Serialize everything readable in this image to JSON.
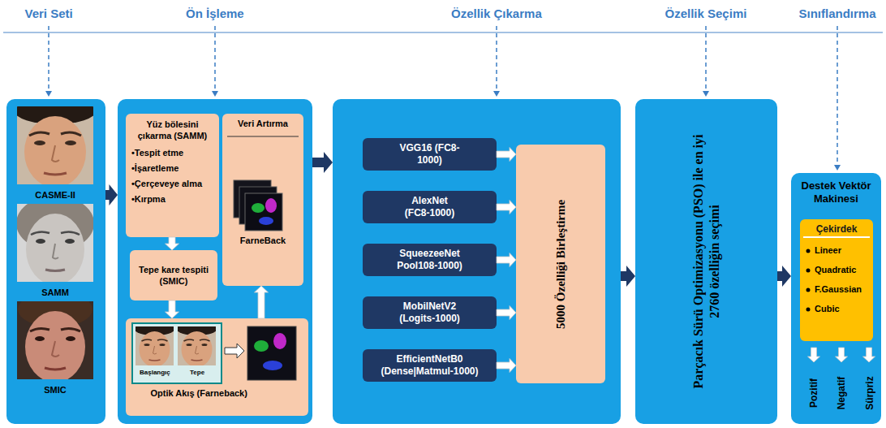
{
  "diagram": {
    "nodes": [
      {
        "text": [
          "Veri Seti"
        ]
      },
      {
        "text": [
          "CASME-II"
        ],
        "in": 0
      },
      {
        "text": [
          "SAMM"
        ],
        "in": 0
      },
      {
        "text": [
          "SMIC"
        ],
        "in": 0
      },
      {
        "text": [
          "Ön İşleme"
        ]
      },
      {
        "text": [
          "Yüz bölesini çıkarma (SAMM)",
          "•Tespit etme",
          "•İşaretleme",
          "•Çerçeveye alma",
          "•Kırpma"
        ],
        "in": 4
      },
      {
        "text": [
          "Veri Artırma",
          "FarneBack"
        ],
        "in": 4
      },
      {
        "text": [
          "Tepe kare tespiti (SMIC)"
        ],
        "in": 4
      },
      {
        "text": [
          "Başlangıç",
          "Tepe",
          "Optik Akış (Farneback)"
        ],
        "in": 4
      },
      {
        "text": [
          "Özellik Çıkarma"
        ]
      },
      {
        "text": [
          "VGG16 (FC8-1000)"
        ],
        "in": 9
      },
      {
        "text": [
          "AlexNet (FC8-1000)"
        ],
        "in": 9
      },
      {
        "text": [
          "SqueezeeNet Pool108-1000)"
        ],
        "in": 9
      },
      {
        "text": [
          "MobilNetV2 (Logits-1000)"
        ],
        "in": 9
      },
      {
        "text": [
          "EfficientNetB0 (Dense|Matmul-1000)"
        ],
        "in": 9
      },
      {
        "text": [
          "5000 Özelliği Birleştirme"
        ],
        "in": 9
      },
      {
        "text": [
          "Özellik Seçimi",
          "Parçacık Sürü Optimizasyonu (PSO) ile en iyi 2760 özelliğin seçimi"
        ]
      },
      {
        "text": [
          "Sınıflandırma",
          "Destek Vektör Makinesi"
        ]
      },
      {
        "text": [
          "Çekirdek",
          "Lineer",
          "Quadratic",
          "F.Gaussian",
          "Cubic"
        ],
        "in": 17
      }
    ],
    "edges": [
      {
        "from": 0,
        "to": 4,
        "arrow": "to"
      },
      {
        "from": 5,
        "to": 7,
        "arrow": "to"
      },
      {
        "from": 7,
        "to": 8,
        "arrow": "to"
      },
      {
        "from": 8,
        "to": 6,
        "arrow": "to"
      },
      {
        "from": 4,
        "to": 9,
        "arrow": "to"
      },
      {
        "from": 10,
        "to": 15,
        "arrow": "to"
      },
      {
        "from": 11,
        "to": 15,
        "arrow": "to"
      },
      {
        "from": 12,
        "to": 15,
        "arrow": "to"
      },
      {
        "from": 13,
        "to": 15,
        "arrow": "to"
      },
      {
        "from": 14,
        "to": 15,
        "arrow": "to"
      },
      {
        "from": 9,
        "to": 16,
        "arrow": "to"
      },
      {
        "from": 16,
        "to": 17,
        "arrow": "to"
      }
    ],
    "labels": [
      "Pozitif",
      "Negatif",
      "Sürpriz"
    ]
  }
}
